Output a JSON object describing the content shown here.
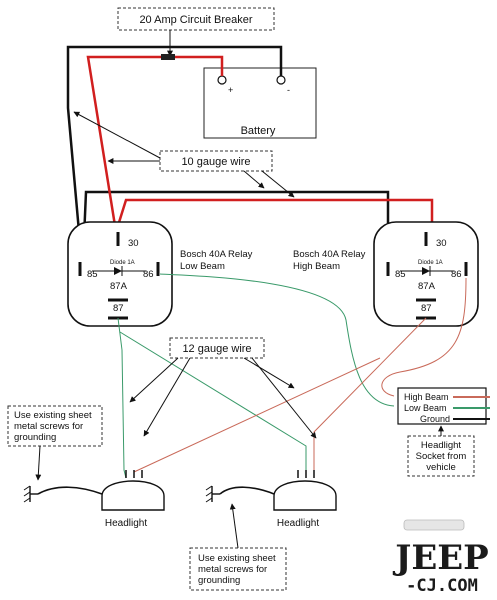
{
  "colors": {
    "power_wire": "#d11f1f",
    "ground_wire": "#111111",
    "signal_wire_green": "#3a9a6a",
    "signal_wire_red": "#c96a5a",
    "logo": "#1b1b1b"
  },
  "labels": {
    "breaker": "20 Amp Circuit Breaker",
    "battery": "Battery",
    "battery_plus": "+",
    "battery_minus": "-",
    "wire10": "10 gauge wire",
    "wire12": "12 gauge wire",
    "relay1_line1": "Bosch 40A Relay",
    "relay1_line2": "Low Beam",
    "relay2_line1": "Bosch 40A Relay",
    "relay2_line2": "High Beam",
    "pin30": "30",
    "pin85": "85",
    "pin86": "86",
    "pin87a": "87A",
    "pin87": "87",
    "diode": "Diode 1A",
    "socket_high": "High Beam",
    "socket_low": "Low Beam",
    "socket_ground": "Ground",
    "socket_note_1": "Headlight",
    "socket_note_2": "Socket from",
    "socket_note_3": "vehicle",
    "ground_note_1": "Use existing sheet",
    "ground_note_2": "metal screws for",
    "ground_note_3": "grounding",
    "ground_note2_1": "Use existing sheet",
    "ground_note2_2": "metal screws for",
    "ground_note2_3": "grounding",
    "headlight_left": "Headlight",
    "headlight_right": "Headlight"
  },
  "logo": {
    "main": "JEEP",
    "sub": "-CJ.COM"
  }
}
